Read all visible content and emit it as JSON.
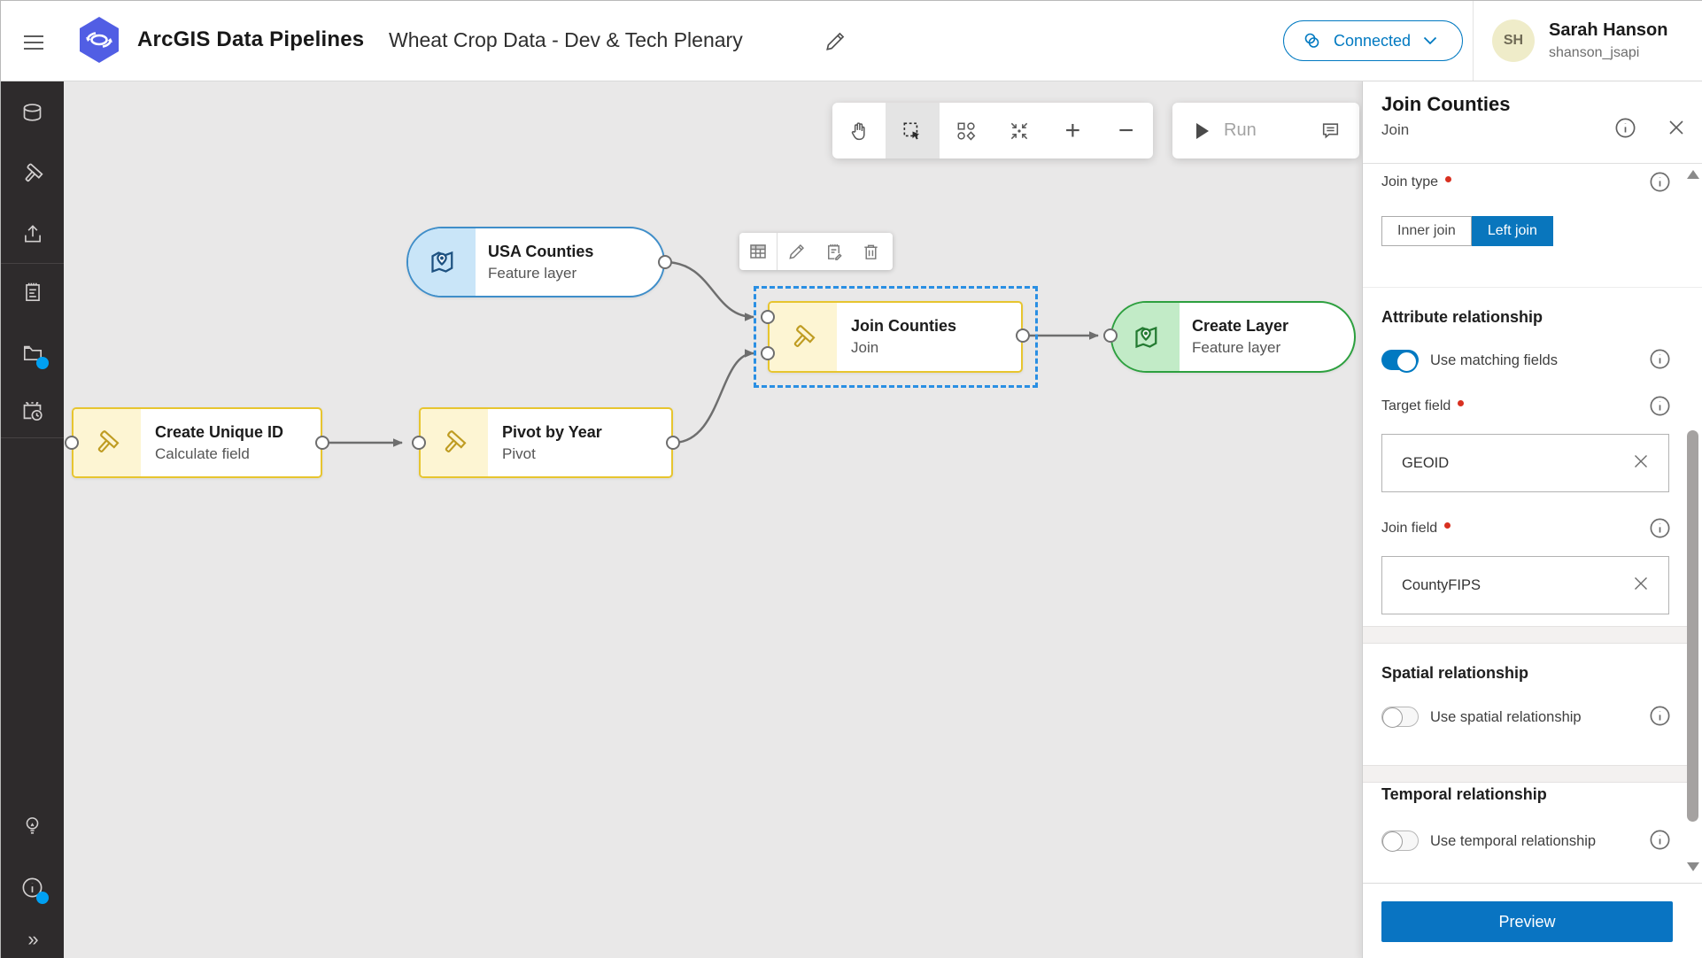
{
  "header": {
    "app_title": "ArcGIS Data Pipelines",
    "pipeline_title": "Wheat Crop Data - Dev & Tech Plenary",
    "connection_status": "Connected",
    "user_name": "Sarah Hanson",
    "user_login": "shanson_jsapi",
    "user_initials": "SH"
  },
  "sidebar": {
    "icons": [
      "data-sources",
      "tools",
      "outputs",
      "notes",
      "results",
      "schedules",
      "ideas",
      "information",
      "expand"
    ],
    "expand_glyph": "»"
  },
  "canvas_toolbar": {
    "tools": [
      "pan",
      "select",
      "auto-layout",
      "fit-to-view",
      "zoom-in",
      "zoom-out"
    ],
    "active_tool": "select",
    "zoom_in_glyph": "+",
    "zoom_out_glyph": "−",
    "run_label": "Run"
  },
  "node_toolbar": {
    "icons": [
      "table-preview",
      "edit",
      "notes",
      "delete"
    ]
  },
  "nodes": [
    {
      "id": "usa-counties",
      "title": "USA Counties",
      "subtitle": "Feature layer",
      "kind": "input",
      "selected": false
    },
    {
      "id": "create-unique-id",
      "title": "Create Unique ID",
      "subtitle": "Calculate field",
      "kind": "tool",
      "selected": false
    },
    {
      "id": "pivot-by-year",
      "title": "Pivot by Year",
      "subtitle": "Pivot",
      "kind": "tool",
      "selected": false
    },
    {
      "id": "join-counties",
      "title": "Join Counties",
      "subtitle": "Join",
      "kind": "tool",
      "selected": true
    },
    {
      "id": "create-layer",
      "title": "Create Layer",
      "subtitle": "Feature layer",
      "kind": "output",
      "selected": false
    }
  ],
  "panel": {
    "title": "Join Counties",
    "subtitle": "Join",
    "join_type": {
      "label": "Join type",
      "required": true,
      "options": [
        "Inner join",
        "Left join"
      ],
      "selected": "Left join"
    },
    "attribute_relationship": {
      "heading": "Attribute relationship",
      "toggle_label": "Use matching fields",
      "toggle_on": true,
      "target_field": {
        "label": "Target field",
        "required": true,
        "value": "GEOID"
      },
      "join_field": {
        "label": "Join field",
        "required": true,
        "value": "CountyFIPS"
      }
    },
    "spatial_relationship": {
      "heading": "Spatial relationship",
      "toggle_label": "Use spatial relationship",
      "toggle_on": false
    },
    "temporal_relationship": {
      "heading": "Temporal relationship",
      "toggle_label": "Use temporal relationship",
      "toggle_on": false
    },
    "preview_label": "Preview",
    "clear_glyph": "✕"
  },
  "colors": {
    "accent_blue": "#0079c1",
    "selected_segment_blue": "#0976bd",
    "node_yellow_border": "#e7c52f",
    "node_blue_border": "#3f8ec9",
    "node_green_border": "#2da03f",
    "selection_dash_blue": "#2a8fe3",
    "required_red": "#d83020",
    "sidebar_bg": "#2e2b2c",
    "canvas_bg": "#e9e8e8",
    "notification_dot": "#00a0f2"
  }
}
